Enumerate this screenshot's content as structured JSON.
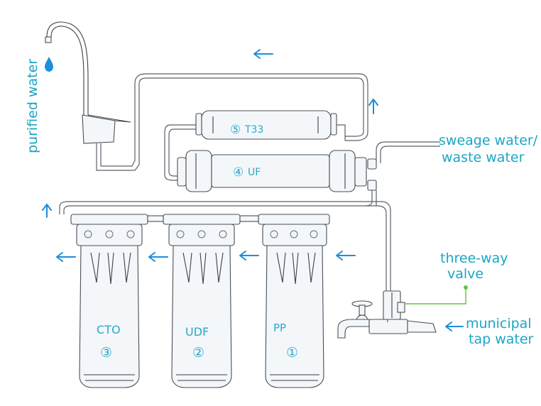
{
  "labels": {
    "purified_water": "purified water",
    "sewage_line1": "sweage water/",
    "sewage_line2": "waste water",
    "three_way_line1": "three-way",
    "three_way_line2": "valve",
    "tap_line1": "municipal",
    "tap_line2": "tap water"
  },
  "filters": {
    "stage5": {
      "number": "⑤",
      "name": "T33"
    },
    "stage4": {
      "number": "④",
      "name": "UF"
    },
    "stage3": {
      "number": "③",
      "name": "CTO"
    },
    "stage2": {
      "number": "②",
      "name": "UDF"
    },
    "stage1": {
      "number": "①",
      "name": "PP"
    }
  },
  "colors": {
    "label_text": "#1aa6c6",
    "flow_arrow": "#1c8ed8",
    "valve_leader": "#5cc83c"
  },
  "icons": [
    "water-drop-icon",
    "flow-arrow-icon",
    "tap-icon",
    "valve-icon"
  ]
}
